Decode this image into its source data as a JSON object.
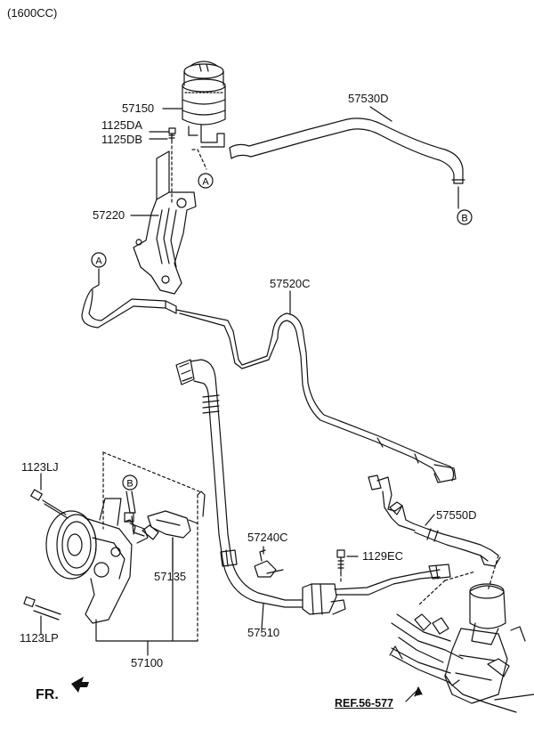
{
  "header": {
    "variant": "(1600CC)"
  },
  "parts": {
    "p57150": "57150",
    "p1125DA": "1125DA",
    "p1125DB": "1125DB",
    "p57220": "57220",
    "p57530D": "57530D",
    "p57520C": "57520C",
    "p1123LJ": "1123LJ",
    "p57135": "57135",
    "p57240C": "57240C",
    "p1129EC": "1129EC",
    "p57550D": "57550D",
    "p57510": "57510",
    "p1123LP": "1123LP",
    "p57100": "57100"
  },
  "connectors": {
    "a": "A",
    "b": "B"
  },
  "reference": "REF.56-577",
  "front_marker": "FR."
}
